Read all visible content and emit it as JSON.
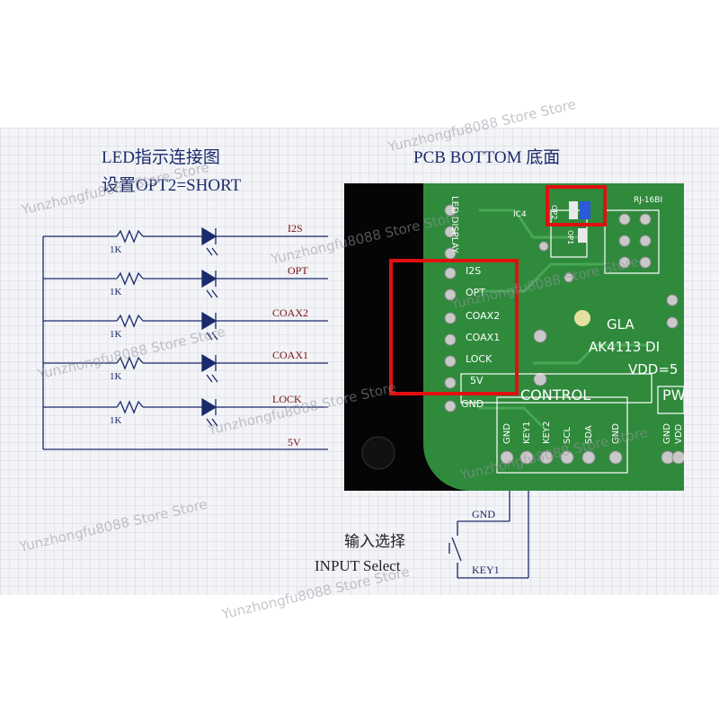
{
  "left_title_line1": "LED指示连接图",
  "left_title_line2": "设置OPT2=SHORT",
  "right_title": "PCB BOTTOM 底面",
  "led_rows": [
    {
      "signal": "I2S",
      "resistor": "1K"
    },
    {
      "signal": "OPT",
      "resistor": "1K"
    },
    {
      "signal": "COAX2",
      "resistor": "1K"
    },
    {
      "signal": "COAX1",
      "resistor": "1K"
    },
    {
      "signal": "LOCK",
      "resistor": "1K"
    }
  ],
  "power_label": "5V",
  "pcb": {
    "led_display_label": "LED DISPLAY",
    "pins": [
      "I2S",
      "OPT",
      "COAX2",
      "COAX1",
      "LOCK",
      "5V",
      "GND"
    ],
    "ic_label": "IC4",
    "opt2_label": "OP2",
    "opt1_label": "OP1",
    "rj_label": "RJ-16BI",
    "brand": "GLA",
    "chip": "AK4113 DI",
    "vdd": "VDD=5",
    "control_title": "CONTROL",
    "control_pins": [
      "GND",
      "KEY1",
      "KEY2",
      "SCL",
      "SDA",
      "GND"
    ],
    "pw_label": "PW",
    "pw_pins": [
      "GND",
      "VDD"
    ]
  },
  "switch": {
    "label_cn": "输入选择",
    "label_en": "INPUT Select",
    "gnd": "GND",
    "key1": "KEY1"
  },
  "watermark": "Yunzhongfu8088 Store Store",
  "colors": {
    "title": "#1a2a6c",
    "signal": "#7a1010",
    "highlight": "#e01010",
    "pcb_green": "#2f8a3c"
  }
}
